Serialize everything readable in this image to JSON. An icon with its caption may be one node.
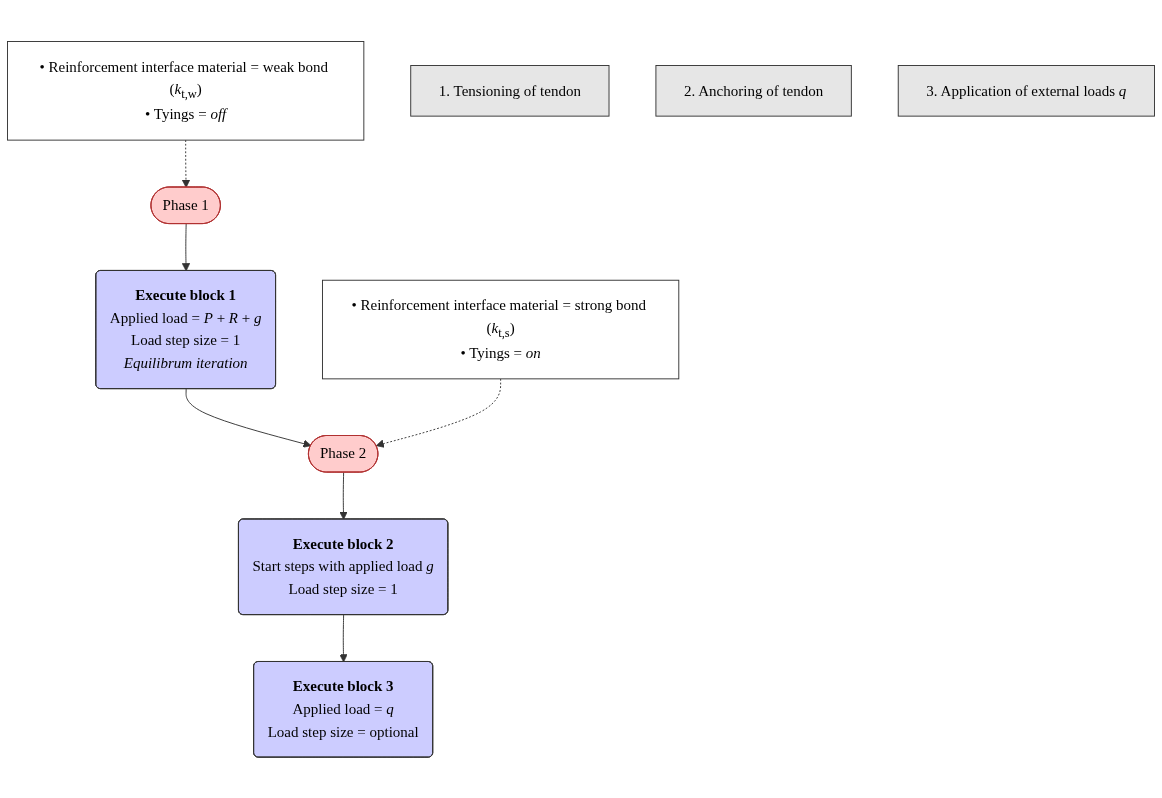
{
  "diagram": {
    "nodes": [
      {
        "text": [
          "Phase 1"
        ]
      },
      {
        "text": [
          "• Reinforcement interface material = weak bond (*k*$_{t,w}$)",
          "• Tyings = *off*"
        ]
      },
      {
        "text": [
          "1. Tensioning of tendon"
        ]
      },
      {
        "text": [
          "Execute block 1",
          "Applied load = *P* + *R* + *g*",
          "Load step size = 1",
          "Equilibrum iteration"
        ]
      },
      {
        "text": [
          "2. Anchoring of tendon"
        ]
      },
      {
        "text": [
          "Phase 2"
        ]
      },
      {
        "text": [
          "• Reinforcement interface material = strong bond (*k*$_{t,s}$)",
          "• Tyings = *on*"
        ]
      },
      {
        "text": [
          "Execute block 2",
          "Start steps with applied load *g*",
          "Load step size = 1"
        ]
      },
      {
        "text": [
          "3. Application of external loads *q*"
        ]
      },
      {
        "text": [
          "Execute block 3",
          "Applied load = *q*",
          "Load step size = optional"
        ]
      }
    ],
    "edges": [
      {
        "from": 1,
        "to": 0,
        "arrow": "to",
        "style": "dashed"
      },
      {
        "from": 0,
        "to": 3,
        "arrow": "to"
      },
      {
        "from": 3,
        "to": 5,
        "arrow": "to"
      },
      {
        "from": 6,
        "to": 5,
        "arrow": "to",
        "style": "dashed"
      },
      {
        "from": 5,
        "to": 7,
        "arrow": "to"
      },
      {
        "from": 7,
        "to": 9,
        "arrow": "to"
      }
    ]
  }
}
